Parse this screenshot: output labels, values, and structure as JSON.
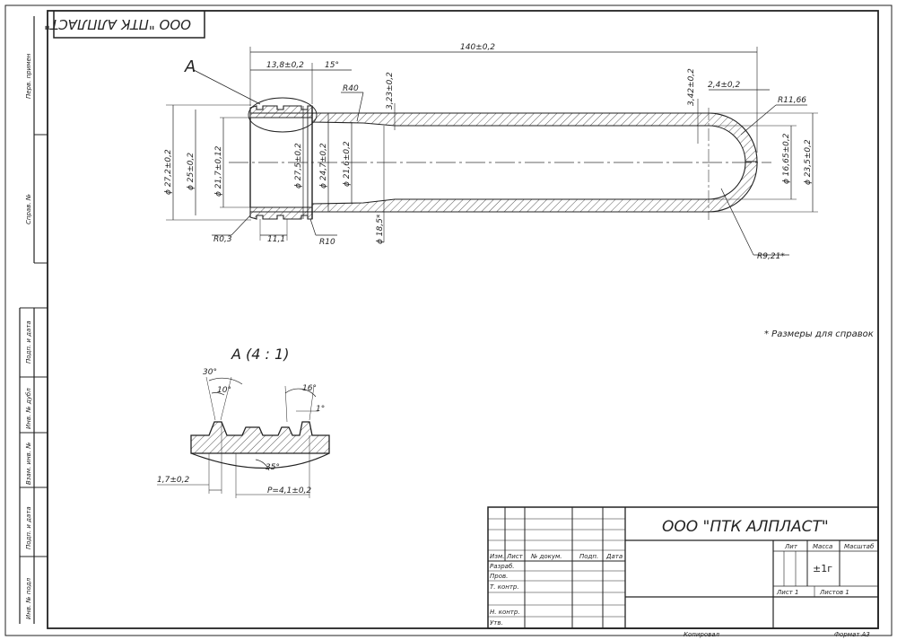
{
  "company_stamp": "ООО \"ПТК АЛПЛАСТ\"",
  "main_view": {
    "view_label": "A",
    "dims": {
      "overall_length": "140±0,2",
      "neck_length": "13,8±0,2",
      "taper_angle": "15°",
      "r_top": "R40",
      "wall_thickness": "3,23±0,2",
      "bottom_wall": "3,42±0,2",
      "tip_length": "2,4±0,2",
      "r_outer_tip": "R11,66",
      "d_27_2": "ϕ 27,2±0,2",
      "d_25": "ϕ 25±0,2",
      "d_21_7": "ϕ 21,7±0,12",
      "d_27_5": "ϕ 27,5±0,2",
      "d_24_7": "ϕ 24,7±0,2",
      "d_21_6": "ϕ 21,6±0,2",
      "d_18_5": "ϕ 18,5*",
      "d_16_65": "ϕ 16,65±0,2",
      "d_23_5": "ϕ 23,5±0,2",
      "r_0_3": "R0,3",
      "len_11_1": "11,1",
      "r_10": "R10",
      "r_inner_tip": "R9,21*"
    },
    "reference_note": "* Размеры для справок"
  },
  "detail_view": {
    "title": "A  (4 : 1)",
    "dims": {
      "angle_30": "30°",
      "angle_10": "10°",
      "angle_16": "16°",
      "angle_1": "1°",
      "angle_35": "35°",
      "width": "1,7±0,2",
      "pitch": "P=4,1±0,2"
    }
  },
  "left_strip": {
    "labels": [
      "Перв. примен",
      "Справ. №",
      "Подп. и дата",
      "Инв. № дубл",
      "Взам. инв. №",
      "Подп. и дата",
      "Инв. № подл"
    ]
  },
  "title_block": {
    "company": "ООО \"ПТК АЛПЛАСТ\"",
    "headers": [
      "Изм.",
      "Лист",
      "№ докум.",
      "Подп.",
      "Дата"
    ],
    "roles": [
      "Разраб.",
      "Пров.",
      "Т. контр.",
      "Н. контр.",
      "Утв."
    ],
    "lit_label": "Лит",
    "mass_label": "Масса",
    "scale_label": "Масштаб",
    "mass_value": "±1г",
    "sheet_label": "Лист 1",
    "sheets_label": "Листов 1"
  },
  "footer": {
    "copied": "Копировал",
    "format": "Формат А3"
  }
}
